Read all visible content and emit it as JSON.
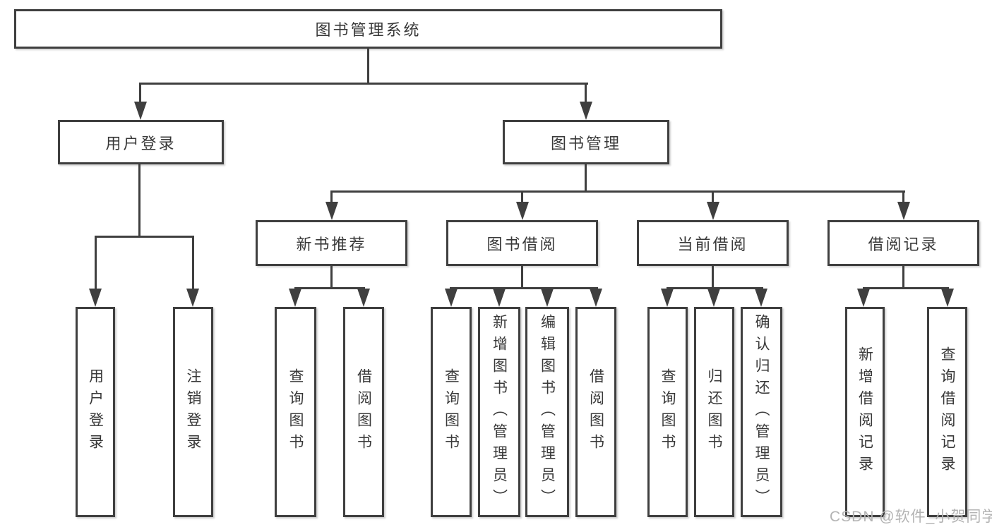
{
  "diagram_title": "图书管理系统",
  "nodes": {
    "root": "图书管理系统",
    "user_login": "用户登录",
    "book_mgmt": "图书管理",
    "new_book_rec": "新书推荐",
    "book_borrow": "图书借阅",
    "current_borrow": "当前借阅",
    "borrow_record": "借阅记录",
    "leaves": [
      "用户登录",
      "注销登录",
      "查询图书",
      "借阅图书",
      "查询图书",
      "新增图书（管理员）",
      "编辑图书（管理员）",
      "借阅图书",
      "查询图书",
      "归还图书",
      "确认归还（管理员）",
      "新增借阅记录",
      "查询借阅记录"
    ]
  },
  "edges": [
    [
      "图书管理系统",
      "用户登录"
    ],
    [
      "图书管理系统",
      "图书管理"
    ],
    [
      "用户登录",
      "用户登录"
    ],
    [
      "用户登录",
      "注销登录"
    ],
    [
      "图书管理",
      "新书推荐"
    ],
    [
      "图书管理",
      "图书借阅"
    ],
    [
      "图书管理",
      "当前借阅"
    ],
    [
      "图书管理",
      "借阅记录"
    ],
    [
      "新书推荐",
      "查询图书"
    ],
    [
      "新书推荐",
      "借阅图书"
    ],
    [
      "图书借阅",
      "查询图书"
    ],
    [
      "图书借阅",
      "新增图书（管理员）"
    ],
    [
      "图书借阅",
      "编辑图书（管理员）"
    ],
    [
      "图书借阅",
      "借阅图书"
    ],
    [
      "当前借阅",
      "查询图书"
    ],
    [
      "当前借阅",
      "归还图书"
    ],
    [
      "当前借阅",
      "确认归还（管理员）"
    ],
    [
      "借阅记录",
      "新增借阅记录"
    ],
    [
      "借阅记录",
      "查询借阅记录"
    ]
  ],
  "watermark": "CSDN @软件_小贺同学",
  "colors": {
    "line": "#3f3f3f",
    "text": "#383838",
    "box_bg": "#ffffff",
    "watermark": "#b3b3b3"
  }
}
